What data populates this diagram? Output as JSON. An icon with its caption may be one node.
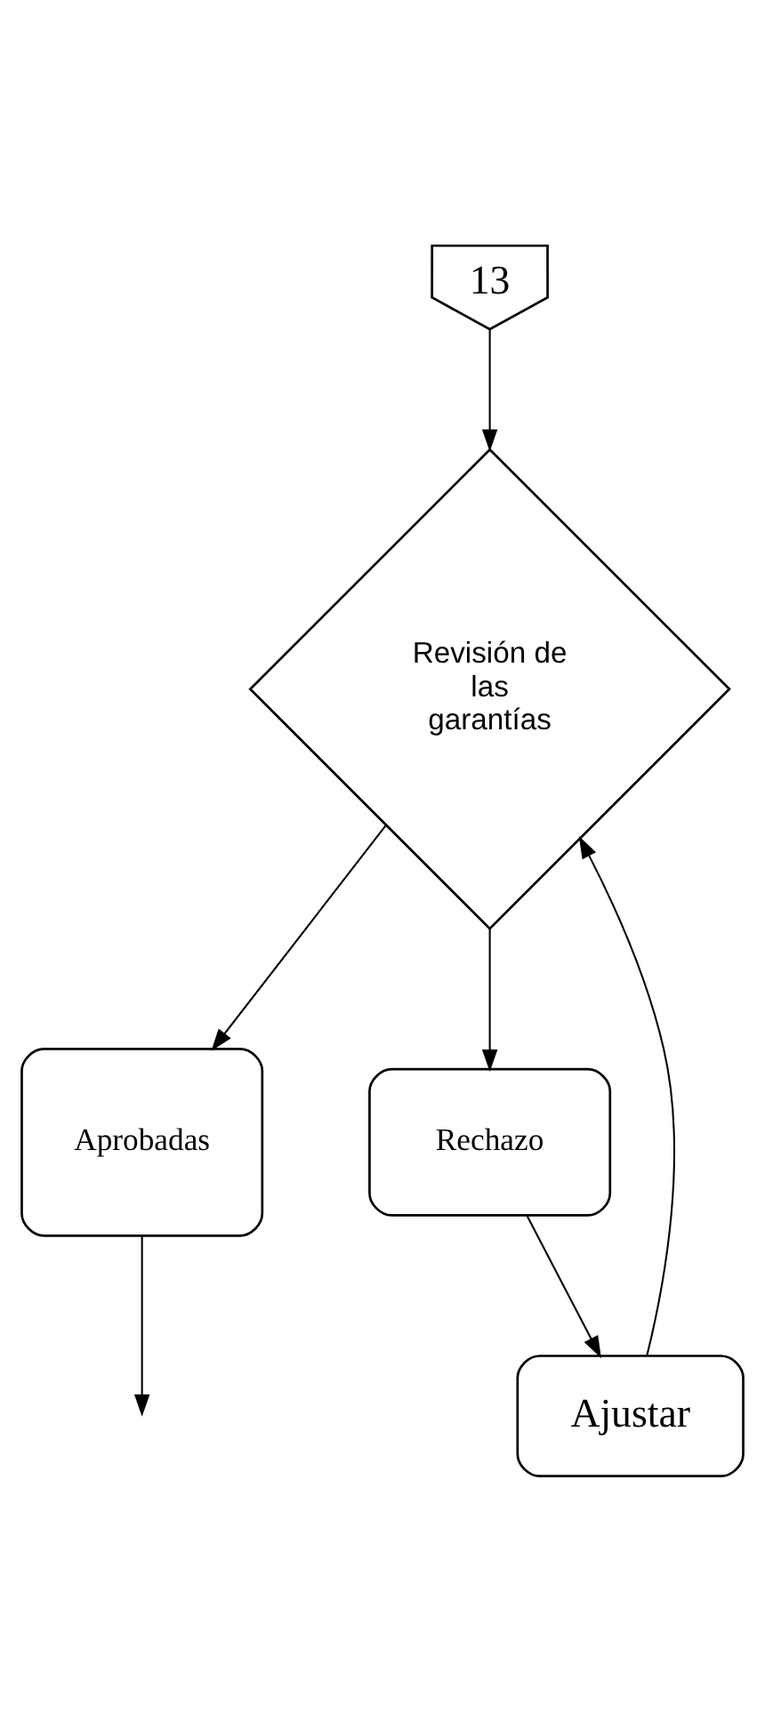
{
  "diagram": {
    "nodes": [
      {
        "text": [
          "13"
        ]
      },
      {
        "text": [
          "Revisión de las garantías"
        ]
      },
      {
        "text": [
          "Ajustar"
        ]
      },
      {
        "text": [
          "Aprobadas"
        ]
      },
      {
        "text": [
          "Rechazo"
        ]
      }
    ],
    "edges": [
      {
        "from": 0,
        "to": 1,
        "arrow": "to"
      },
      {
        "from": 1,
        "to": 3,
        "arrow": "to"
      },
      {
        "from": 1,
        "to": 4,
        "arrow": "to"
      },
      {
        "from": 4,
        "to": 2,
        "arrow": "to"
      },
      {
        "from": 2,
        "to": 1,
        "arrow": "to"
      },
      {
        "from": 3,
        "to": null,
        "arrow": "to"
      }
    ]
  }
}
